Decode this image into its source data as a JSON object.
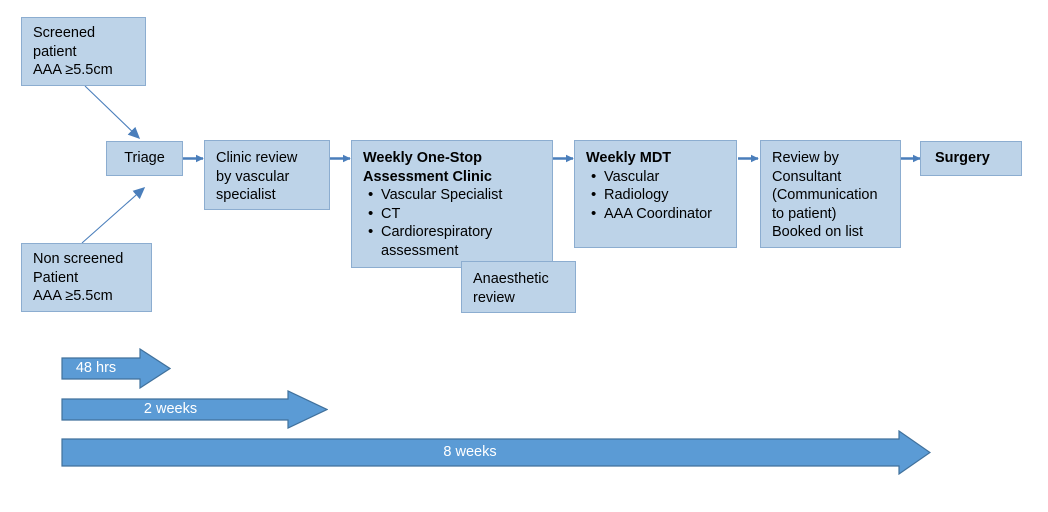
{
  "diagram": {
    "title": "AAA pathway flowchart",
    "colors": {
      "node_fill": "#bdd3e8",
      "node_border": "#8cadd0",
      "connector": "#4a7ebb",
      "timeline_fill": "#5b9bd5",
      "timeline_border": "#41719c",
      "timeline_text": "#ffffff",
      "text": "#000000"
    },
    "nodes": {
      "screened_patient": {
        "lines": [
          "Screened",
          "patient",
          "AAA ≥5.5cm"
        ]
      },
      "non_screened_patient": {
        "lines": [
          "Non screened",
          "Patient",
          "AAA ≥5.5cm"
        ]
      },
      "triage": {
        "label": "Triage"
      },
      "clinic_review": {
        "lines": [
          "Clinic review",
          "by vascular",
          "specialist"
        ]
      },
      "one_stop_clinic": {
        "title_line1": "Weekly One-Stop",
        "title_line2": "Assessment Clinic",
        "bullets": [
          "Vascular Specialist",
          "CT",
          "Cardiorespiratory assessment"
        ]
      },
      "anaesthetic_review": {
        "lines": [
          "Anaesthetic",
          "review"
        ]
      },
      "weekly_mdt": {
        "title": "Weekly MDT",
        "bullets": [
          "Vascular",
          "Radiology",
          "AAA Coordinator"
        ]
      },
      "consultant_review": {
        "lines": [
          "Review by",
          "Consultant",
          "(Communication",
          "to patient)",
          "Booked on list"
        ]
      },
      "surgery": {
        "label": "Surgery"
      }
    },
    "timeline": [
      {
        "name": "48-hrs",
        "label": "48 hrs"
      },
      {
        "name": "2-weeks",
        "label": "2 weeks"
      },
      {
        "name": "8-weeks",
        "label": "8 weeks"
      }
    ]
  }
}
